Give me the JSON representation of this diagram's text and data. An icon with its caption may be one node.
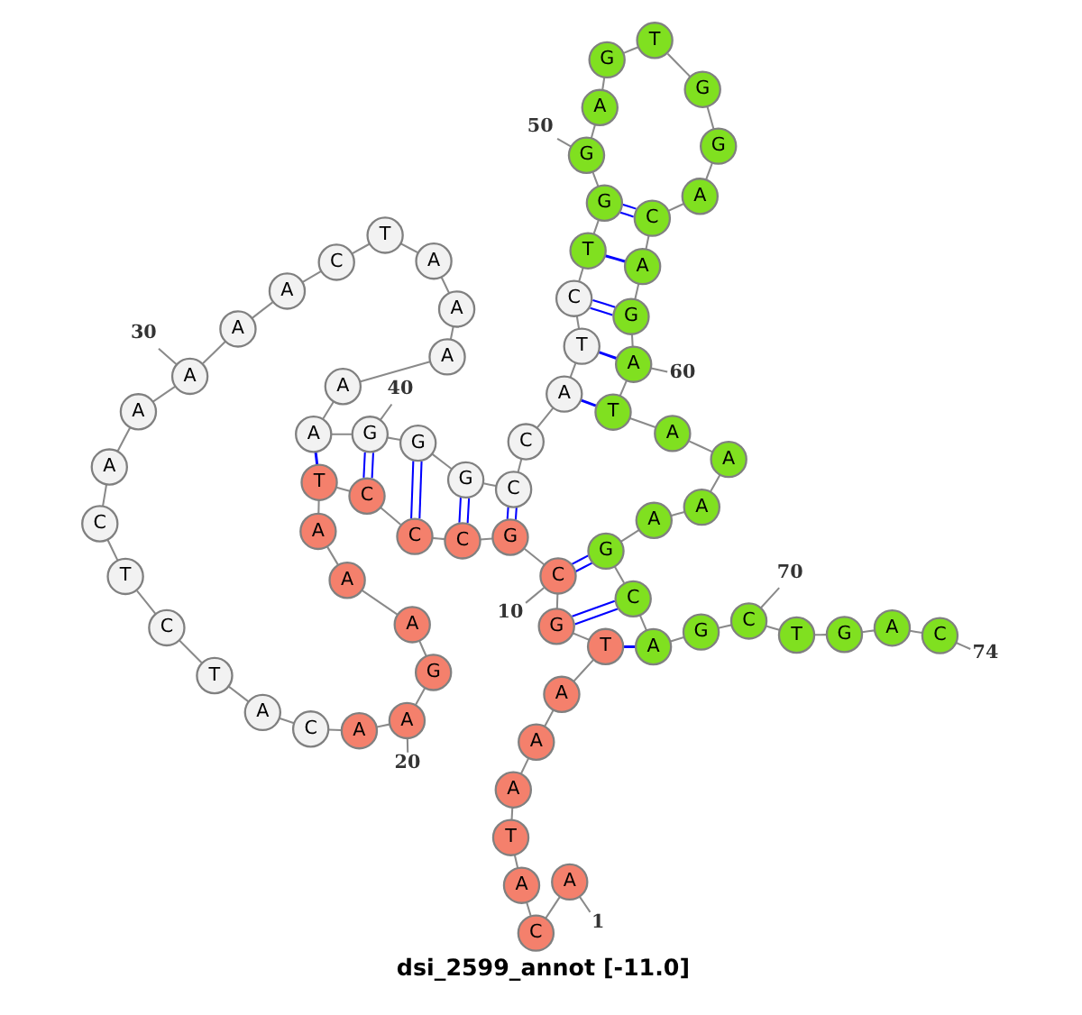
{
  "diagram": {
    "caption": "dsi_2599_annot [-11.0]",
    "nodes": [
      {
        "text": [
          "A"
        ]
      },
      {
        "text": [
          "C"
        ]
      },
      {
        "text": [
          "A"
        ]
      },
      {
        "text": [
          "T"
        ]
      },
      {
        "text": [
          "A"
        ]
      },
      {
        "text": [
          "A"
        ]
      },
      {
        "text": [
          "A"
        ]
      },
      {
        "text": [
          "T"
        ]
      },
      {
        "text": [
          "G"
        ]
      },
      {
        "text": [
          "C"
        ]
      },
      {
        "text": [
          "G"
        ]
      },
      {
        "text": [
          "C"
        ]
      },
      {
        "text": [
          "C"
        ]
      },
      {
        "text": [
          "C"
        ]
      },
      {
        "text": [
          "T"
        ]
      },
      {
        "text": [
          "A"
        ]
      },
      {
        "text": [
          "A"
        ]
      },
      {
        "text": [
          "A"
        ]
      },
      {
        "text": [
          "G"
        ]
      },
      {
        "text": [
          "A"
        ]
      },
      {
        "text": [
          "A"
        ]
      },
      {
        "text": [
          "C"
        ]
      },
      {
        "text": [
          "A"
        ]
      },
      {
        "text": [
          "T"
        ]
      },
      {
        "text": [
          "C"
        ]
      },
      {
        "text": [
          "T"
        ]
      },
      {
        "text": [
          "C"
        ]
      },
      {
        "text": [
          "A"
        ]
      },
      {
        "text": [
          "A"
        ]
      },
      {
        "text": [
          "A"
        ]
      },
      {
        "text": [
          "A"
        ]
      },
      {
        "text": [
          "A"
        ]
      },
      {
        "text": [
          "C"
        ]
      },
      {
        "text": [
          "T"
        ]
      },
      {
        "text": [
          "A"
        ]
      },
      {
        "text": [
          "A"
        ]
      },
      {
        "text": [
          "A"
        ]
      },
      {
        "text": [
          "A"
        ]
      },
      {
        "text": [
          "A"
        ]
      },
      {
        "text": [
          "G"
        ]
      },
      {
        "text": [
          "G"
        ]
      },
      {
        "text": [
          "G"
        ]
      },
      {
        "text": [
          "C"
        ]
      },
      {
        "text": [
          "C"
        ]
      },
      {
        "text": [
          "A"
        ]
      },
      {
        "text": [
          "T"
        ]
      },
      {
        "text": [
          "C"
        ]
      },
      {
        "text": [
          "T"
        ]
      },
      {
        "text": [
          "G"
        ]
      },
      {
        "text": [
          "G"
        ]
      },
      {
        "text": [
          "A"
        ]
      },
      {
        "text": [
          "G"
        ]
      },
      {
        "text": [
          "T"
        ]
      },
      {
        "text": [
          "G"
        ]
      },
      {
        "text": [
          "G"
        ]
      },
      {
        "text": [
          "A"
        ]
      },
      {
        "text": [
          "C"
        ]
      },
      {
        "text": [
          "A"
        ]
      },
      {
        "text": [
          "G"
        ]
      },
      {
        "text": [
          "A"
        ]
      },
      {
        "text": [
          "T"
        ]
      },
      {
        "text": [
          "A"
        ]
      },
      {
        "text": [
          "A"
        ]
      },
      {
        "text": [
          "A"
        ]
      },
      {
        "text": [
          "A"
        ]
      },
      {
        "text": [
          "G"
        ]
      },
      {
        "text": [
          "C"
        ]
      },
      {
        "text": [
          "A"
        ]
      },
      {
        "text": [
          "G"
        ]
      },
      {
        "text": [
          "C"
        ]
      },
      {
        "text": [
          "T"
        ]
      },
      {
        "text": [
          "G"
        ]
      },
      {
        "text": [
          "A"
        ]
      },
      {
        "text": [
          "C"
        ]
      },
      {
        "text": [
          "1"
        ]
      },
      {
        "text": [
          "10"
        ]
      },
      {
        "text": [
          "20"
        ]
      },
      {
        "text": [
          "30"
        ]
      },
      {
        "text": [
          "40"
        ]
      },
      {
        "text": [
          "50"
        ]
      },
      {
        "text": [
          "60"
        ]
      },
      {
        "text": [
          "70"
        ]
      },
      {
        "text": [
          "74"
        ]
      }
    ],
    "edges": [
      {
        "from": 0,
        "to": 1,
        "arrow": "none"
      },
      {
        "from": 1,
        "to": 2,
        "arrow": "none"
      },
      {
        "from": 2,
        "to": 3,
        "arrow": "none"
      },
      {
        "from": 3,
        "to": 4,
        "arrow": "none"
      },
      {
        "from": 4,
        "to": 5,
        "arrow": "none"
      },
      {
        "from": 5,
        "to": 6,
        "arrow": "none"
      },
      {
        "from": 6,
        "to": 7,
        "arrow": "none"
      },
      {
        "from": 7,
        "to": 8,
        "arrow": "none"
      },
      {
        "from": 8,
        "to": 9,
        "arrow": "none"
      },
      {
        "from": 9,
        "to": 10,
        "arrow": "none"
      },
      {
        "from": 10,
        "to": 11,
        "arrow": "none"
      },
      {
        "from": 11,
        "to": 12,
        "arrow": "none"
      },
      {
        "from": 12,
        "to": 13,
        "arrow": "none"
      },
      {
        "from": 13,
        "to": 14,
        "arrow": "none"
      },
      {
        "from": 14,
        "to": 15,
        "arrow": "none"
      },
      {
        "from": 15,
        "to": 16,
        "arrow": "none"
      },
      {
        "from": 16,
        "to": 17,
        "arrow": "none"
      },
      {
        "from": 17,
        "to": 18,
        "arrow": "none"
      },
      {
        "from": 18,
        "to": 19,
        "arrow": "none"
      },
      {
        "from": 19,
        "to": 20,
        "arrow": "none"
      },
      {
        "from": 20,
        "to": 21,
        "arrow": "none"
      },
      {
        "from": 21,
        "to": 22,
        "arrow": "none"
      },
      {
        "from": 22,
        "to": 23,
        "arrow": "none"
      },
      {
        "from": 23,
        "to": 24,
        "arrow": "none"
      },
      {
        "from": 24,
        "to": 25,
        "arrow": "none"
      },
      {
        "from": 25,
        "to": 26,
        "arrow": "none"
      },
      {
        "from": 26,
        "to": 27,
        "arrow": "none"
      },
      {
        "from": 27,
        "to": 28,
        "arrow": "none"
      },
      {
        "from": 28,
        "to": 29,
        "arrow": "none"
      },
      {
        "from": 29,
        "to": 30,
        "arrow": "none"
      },
      {
        "from": 30,
        "to": 31,
        "arrow": "none"
      },
      {
        "from": 31,
        "to": 32,
        "arrow": "none"
      },
      {
        "from": 32,
        "to": 33,
        "arrow": "none"
      },
      {
        "from": 33,
        "to": 34,
        "arrow": "none"
      },
      {
        "from": 34,
        "to": 35,
        "arrow": "none"
      },
      {
        "from": 35,
        "to": 36,
        "arrow": "none"
      },
      {
        "from": 36,
        "to": 37,
        "arrow": "none"
      },
      {
        "from": 37,
        "to": 38,
        "arrow": "none"
      },
      {
        "from": 38,
        "to": 39,
        "arrow": "none"
      },
      {
        "from": 39,
        "to": 40,
        "arrow": "none"
      },
      {
        "from": 40,
        "to": 41,
        "arrow": "none"
      },
      {
        "from": 41,
        "to": 42,
        "arrow": "none"
      },
      {
        "from": 42,
        "to": 43,
        "arrow": "none"
      },
      {
        "from": 43,
        "to": 44,
        "arrow": "none"
      },
      {
        "from": 44,
        "to": 45,
        "arrow": "none"
      },
      {
        "from": 45,
        "to": 46,
        "arrow": "none"
      },
      {
        "from": 46,
        "to": 47,
        "arrow": "none"
      },
      {
        "from": 47,
        "to": 48,
        "arrow": "none"
      },
      {
        "from": 48,
        "to": 49,
        "arrow": "none"
      },
      {
        "from": 49,
        "to": 50,
        "arrow": "none"
      },
      {
        "from": 50,
        "to": 51,
        "arrow": "none"
      },
      {
        "from": 51,
        "to": 52,
        "arrow": "none"
      },
      {
        "from": 52,
        "to": 53,
        "arrow": "none"
      },
      {
        "from": 53,
        "to": 54,
        "arrow": "none"
      },
      {
        "from": 54,
        "to": 55,
        "arrow": "none"
      },
      {
        "from": 55,
        "to": 56,
        "arrow": "none"
      },
      {
        "from": 56,
        "to": 57,
        "arrow": "none"
      },
      {
        "from": 57,
        "to": 58,
        "arrow": "none"
      },
      {
        "from": 58,
        "to": 59,
        "arrow": "none"
      },
      {
        "from": 59,
        "to": 60,
        "arrow": "none"
      },
      {
        "from": 60,
        "to": 61,
        "arrow": "none"
      },
      {
        "from": 61,
        "to": 62,
        "arrow": "none"
      },
      {
        "from": 62,
        "to": 63,
        "arrow": "none"
      },
      {
        "from": 63,
        "to": 64,
        "arrow": "none"
      },
      {
        "from": 64,
        "to": 65,
        "arrow": "none"
      },
      {
        "from": 65,
        "to": 66,
        "arrow": "none"
      },
      {
        "from": 66,
        "to": 67,
        "arrow": "none"
      },
      {
        "from": 67,
        "to": 68,
        "arrow": "none"
      },
      {
        "from": 68,
        "to": 69,
        "arrow": "none"
      },
      {
        "from": 69,
        "to": 70,
        "arrow": "none"
      },
      {
        "from": 70,
        "to": 71,
        "arrow": "none"
      },
      {
        "from": 71,
        "to": 72,
        "arrow": "none"
      },
      {
        "from": 72,
        "to": 73,
        "arrow": "none"
      },
      {
        "from": 7,
        "to": 67,
        "arrow": "none",
        "color": "#0000ff"
      },
      {
        "from": 8,
        "to": 66,
        "arrow": "none",
        "color": "#0000ff"
      },
      {
        "from": 9,
        "to": 65,
        "arrow": "none",
        "color": "#0000ff"
      },
      {
        "from": 10,
        "to": 42,
        "arrow": "none",
        "color": "#0000ff"
      },
      {
        "from": 11,
        "to": 41,
        "arrow": "none",
        "color": "#0000ff"
      },
      {
        "from": 12,
        "to": 40,
        "arrow": "none",
        "color": "#0000ff"
      },
      {
        "from": 13,
        "to": 39,
        "arrow": "none",
        "color": "#0000ff"
      },
      {
        "from": 14,
        "to": 38,
        "arrow": "none",
        "color": "#0000ff"
      },
      {
        "from": 44,
        "to": 60,
        "arrow": "none",
        "color": "#0000ff"
      },
      {
        "from": 45,
        "to": 59,
        "arrow": "none",
        "color": "#0000ff"
      },
      {
        "from": 46,
        "to": 58,
        "arrow": "none",
        "color": "#0000ff"
      },
      {
        "from": 47,
        "to": 57,
        "arrow": "none",
        "color": "#0000ff"
      },
      {
        "from": 48,
        "to": 56,
        "arrow": "none",
        "color": "#0000ff"
      },
      {
        "from": 74,
        "to": 0,
        "arrow": "none"
      },
      {
        "from": 75,
        "to": 9,
        "arrow": "none"
      },
      {
        "from": 76,
        "to": 19,
        "arrow": "none"
      },
      {
        "from": 77,
        "to": 29,
        "arrow": "none"
      },
      {
        "from": 78,
        "to": 39,
        "arrow": "none"
      },
      {
        "from": 79,
        "to": 49,
        "arrow": "none"
      },
      {
        "from": 80,
        "to": 59,
        "arrow": "none"
      },
      {
        "from": 81,
        "to": 69,
        "arrow": "none"
      },
      {
        "from": 82,
        "to": 73,
        "arrow": "none"
      }
    ]
  }
}
